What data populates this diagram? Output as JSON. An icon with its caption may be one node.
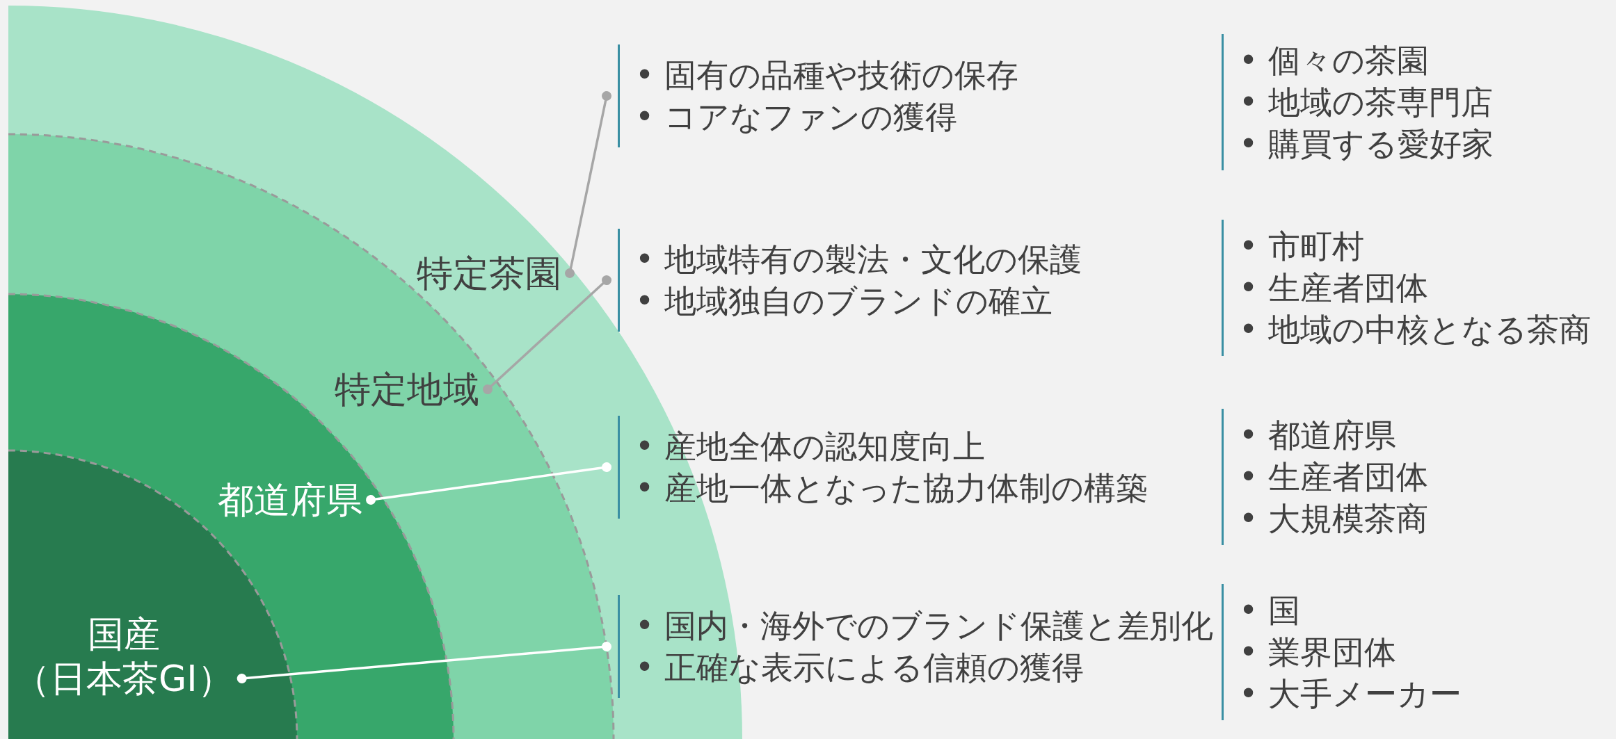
{
  "diagram": {
    "nodes": [
      {
        "text": [
          "特定茶園"
        ]
      },
      {
        "text": [
          "特定地域"
        ],
        "in": 0
      },
      {
        "text": [
          "都道府県"
        ],
        "in": 1
      },
      {
        "text": [
          "国産（日本茶GI）"
        ],
        "in": 2
      },
      {
        "text": [
          "• 固有の品種や技術の保存",
          "• コアなファンの獲得"
        ]
      },
      {
        "text": [
          "• 地域特有の製法・文化の保護",
          "• 地域独自のブランドの確立"
        ]
      },
      {
        "text": [
          "• 産地全体の認知度向上",
          "• 産地一体となった協力体制の構築"
        ]
      },
      {
        "text": [
          "• 国内・海外でのブランド保護と差別化",
          "• 正確な表示による信頼の獲得"
        ]
      },
      {
        "text": [
          "• 個々の茶園",
          "• 地域の茶専門店",
          "• 購買する愛好家"
        ]
      },
      {
        "text": [
          "• 市町村",
          "• 生産者団体",
          "• 地域の中核となる茶商"
        ]
      },
      {
        "text": [
          "• 都道府県",
          "• 生産者団体",
          "• 大規模茶商"
        ]
      },
      {
        "text": [
          "• 国",
          "• 業界団体",
          "• 大手メーカー"
        ]
      }
    ],
    "edges": [
      {
        "from": 0,
        "to": 4,
        "arrow": "other"
      },
      {
        "from": 1,
        "to": 5,
        "arrow": "other"
      },
      {
        "from": 2,
        "to": 6,
        "arrow": "other",
        "color": "#ffffff"
      },
      {
        "from": 3,
        "to": 7,
        "arrow": "other",
        "color": "#ffffff"
      }
    ]
  }
}
